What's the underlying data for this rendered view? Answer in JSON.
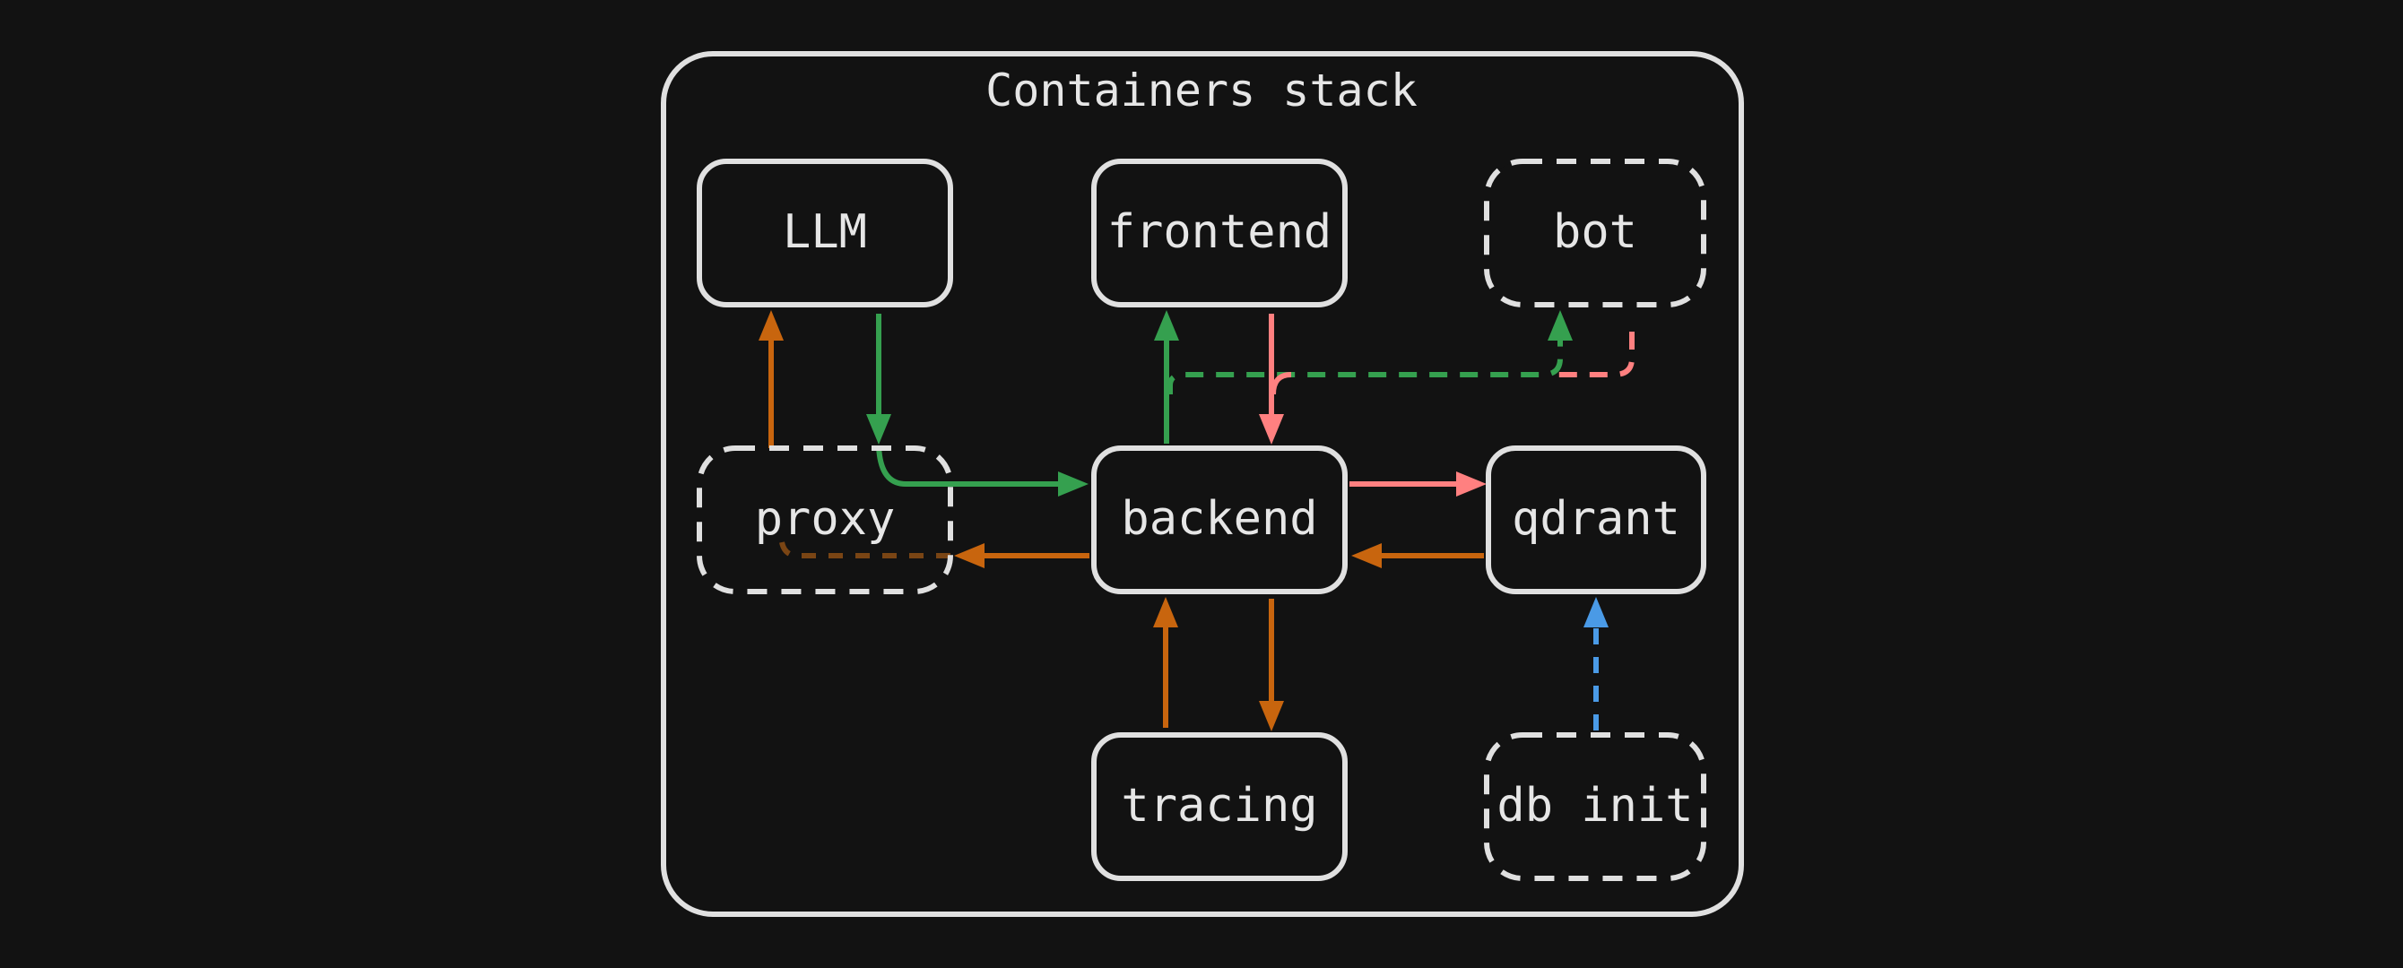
{
  "diagram": {
    "title": "Containers stack",
    "nodes": {
      "llm": "LLM",
      "frontend": "frontend",
      "bot": "bot",
      "proxy": "proxy",
      "backend": "backend",
      "qdrant": "qdrant",
      "tracing": "tracing",
      "db_init": "db init"
    },
    "colors": {
      "background": "#121212",
      "stroke": "#e0e0e0",
      "orange": "#c8650e",
      "green": "#35a04f",
      "pink": "#ff8080",
      "blue": "#4a9ae6"
    },
    "dashed_nodes": [
      "proxy",
      "bot",
      "db init"
    ]
  }
}
